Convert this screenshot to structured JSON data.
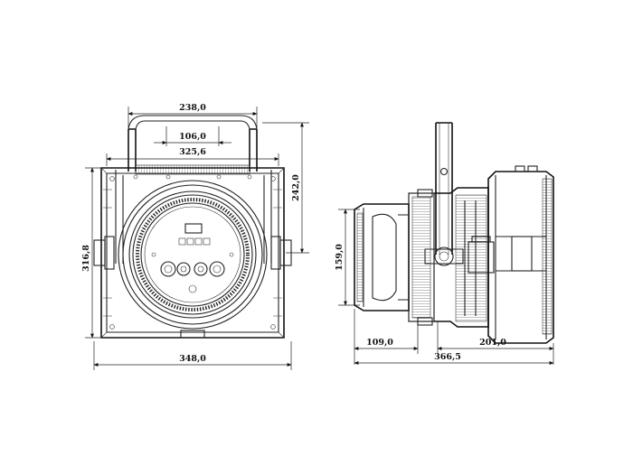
{
  "front_view": {
    "dim_top_width": "238,0",
    "dim_inner_width": "106,0",
    "dim_mid_width": "325,6",
    "dim_bracket_height": "242,0",
    "dim_total_height": "316,8",
    "dim_total_width": "348,0"
  },
  "side_view": {
    "dim_lens_height": "159,0",
    "dim_front_depth": "109,0",
    "dim_rear_depth": "201,0",
    "dim_total_depth": "366,5"
  }
}
